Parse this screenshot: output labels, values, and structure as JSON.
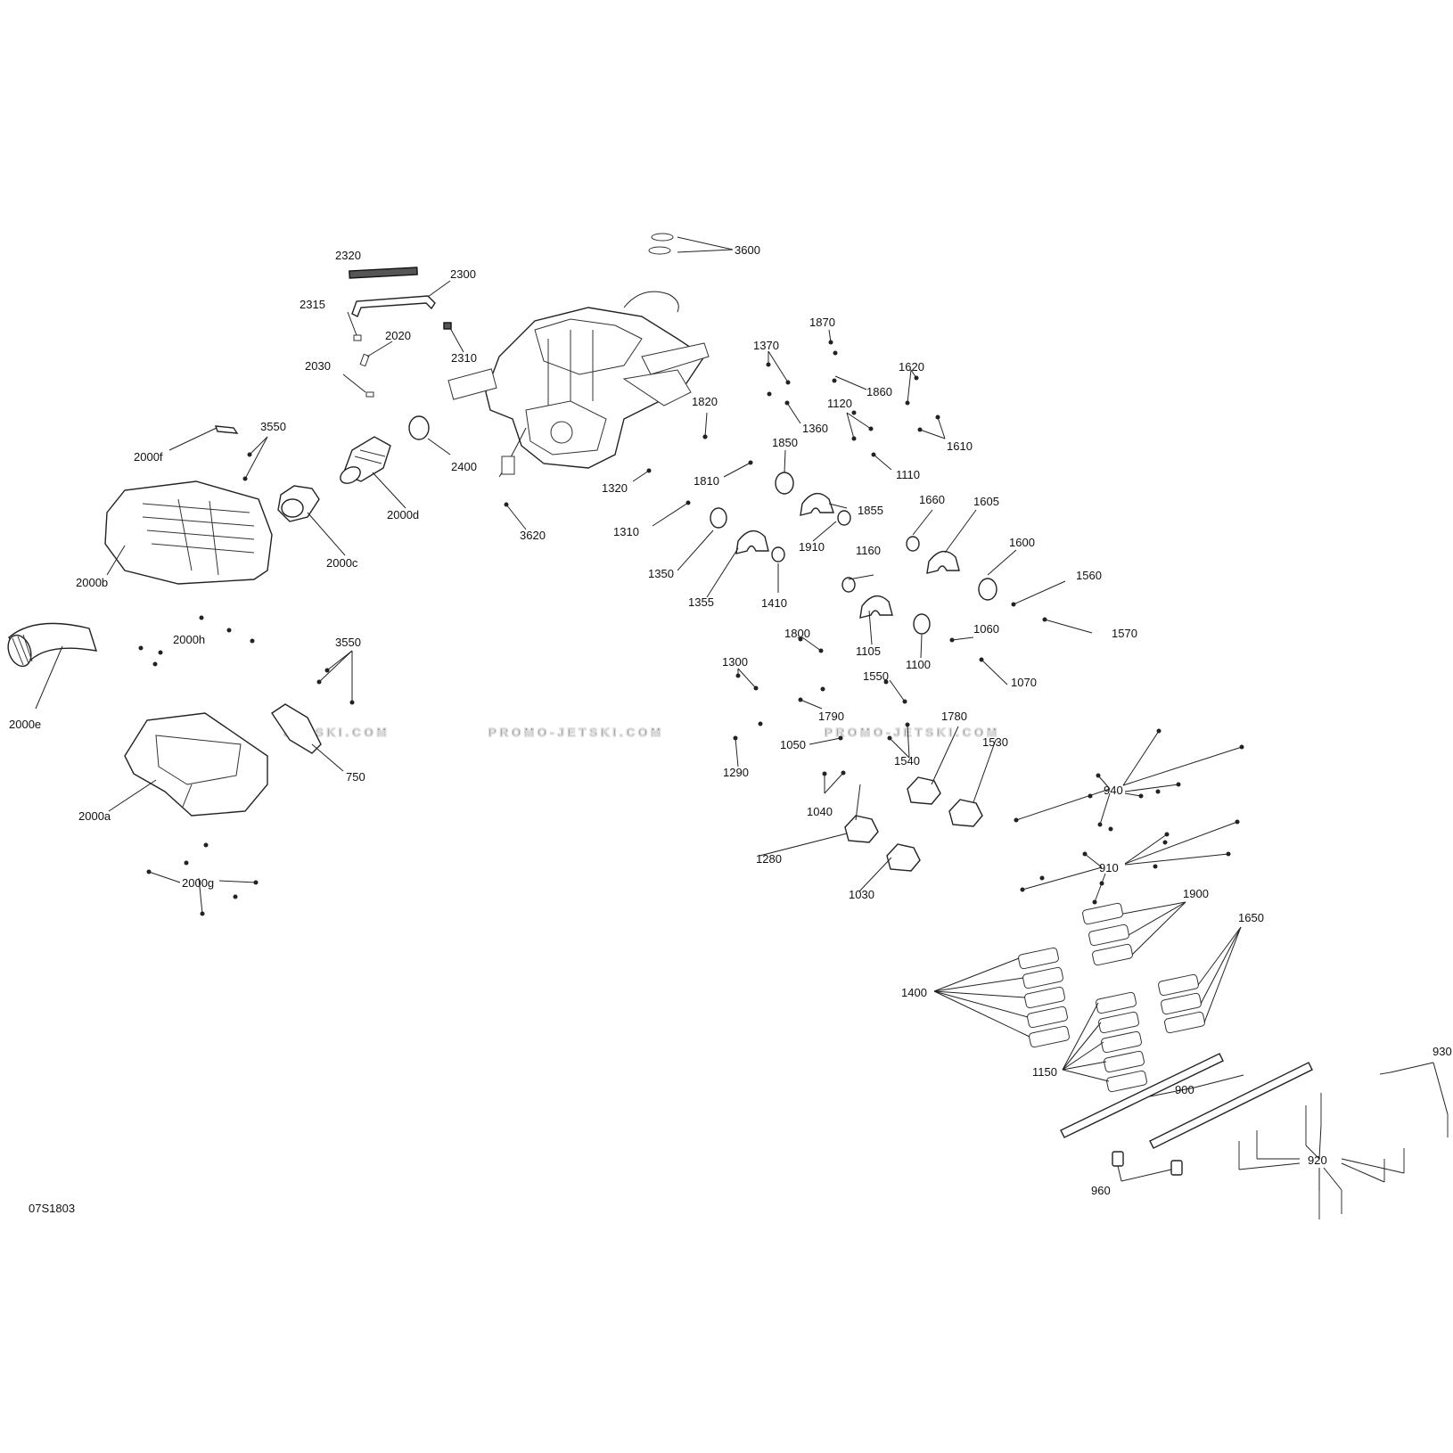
{
  "diagram": {
    "drawing_code": "07S1803",
    "watermarks": [
      "JETSKI.COM",
      "PROMO-JETSKI.COM",
      "PROMO-JETSKI.COM"
    ],
    "callouts": [
      {
        "id": "2320",
        "label": "2320"
      },
      {
        "id": "2300",
        "label": "2300"
      },
      {
        "id": "2315",
        "label": "2315"
      },
      {
        "id": "2020",
        "label": "2020"
      },
      {
        "id": "2310",
        "label": "2310"
      },
      {
        "id": "2030",
        "label": "2030"
      },
      {
        "id": "3600",
        "label": "3600"
      },
      {
        "id": "2000f",
        "label": "2000f"
      },
      {
        "id": "3550a",
        "label": "3550"
      },
      {
        "id": "2400",
        "label": "2400"
      },
      {
        "id": "2000d",
        "label": "2000d"
      },
      {
        "id": "2000c",
        "label": "2000c"
      },
      {
        "id": "2000b",
        "label": "2000b"
      },
      {
        "id": "3620",
        "label": "3620"
      },
      {
        "id": "2000h",
        "label": "2000h"
      },
      {
        "id": "2000e",
        "label": "2000e"
      },
      {
        "id": "3550b",
        "label": "3550"
      },
      {
        "id": "750",
        "label": "750"
      },
      {
        "id": "2000a",
        "label": "2000a"
      },
      {
        "id": "2000g",
        "label": "2000g"
      },
      {
        "id": "1870",
        "label": "1870"
      },
      {
        "id": "1370",
        "label": "1370"
      },
      {
        "id": "1860",
        "label": "1860"
      },
      {
        "id": "1620",
        "label": "1620"
      },
      {
        "id": "1820",
        "label": "1820"
      },
      {
        "id": "1120",
        "label": "1120"
      },
      {
        "id": "1360",
        "label": "1360"
      },
      {
        "id": "1610",
        "label": "1610"
      },
      {
        "id": "1850",
        "label": "1850"
      },
      {
        "id": "1110",
        "label": "1110"
      },
      {
        "id": "1320",
        "label": "1320"
      },
      {
        "id": "1810",
        "label": "1810"
      },
      {
        "id": "1855",
        "label": "1855"
      },
      {
        "id": "1660",
        "label": "1660"
      },
      {
        "id": "1605",
        "label": "1605"
      },
      {
        "id": "1310",
        "label": "1310"
      },
      {
        "id": "1910",
        "label": "1910"
      },
      {
        "id": "1600",
        "label": "1600"
      },
      {
        "id": "1160",
        "label": "1160"
      },
      {
        "id": "1560",
        "label": "1560"
      },
      {
        "id": "1350",
        "label": "1350"
      },
      {
        "id": "1355",
        "label": "1355"
      },
      {
        "id": "1410",
        "label": "1410"
      },
      {
        "id": "1105",
        "label": "1105"
      },
      {
        "id": "1570",
        "label": "1570"
      },
      {
        "id": "1060",
        "label": "1060"
      },
      {
        "id": "1800",
        "label": "1800"
      },
      {
        "id": "1100",
        "label": "1100"
      },
      {
        "id": "1300",
        "label": "1300"
      },
      {
        "id": "1550",
        "label": "1550"
      },
      {
        "id": "1070",
        "label": "1070"
      },
      {
        "id": "1790",
        "label": "1790"
      },
      {
        "id": "1780",
        "label": "1780"
      },
      {
        "id": "1050",
        "label": "1050"
      },
      {
        "id": "1530",
        "label": "1530"
      },
      {
        "id": "1540",
        "label": "1540"
      },
      {
        "id": "1290",
        "label": "1290"
      },
      {
        "id": "940",
        "label": "940"
      },
      {
        "id": "1040",
        "label": "1040"
      },
      {
        "id": "1280",
        "label": "1280"
      },
      {
        "id": "910",
        "label": "910"
      },
      {
        "id": "1030",
        "label": "1030"
      },
      {
        "id": "1900",
        "label": "1900"
      },
      {
        "id": "1650",
        "label": "1650"
      },
      {
        "id": "1400",
        "label": "1400"
      },
      {
        "id": "930",
        "label": "930"
      },
      {
        "id": "1150",
        "label": "1150"
      },
      {
        "id": "900",
        "label": "900"
      },
      {
        "id": "920",
        "label": "920"
      },
      {
        "id": "960",
        "label": "960"
      }
    ]
  }
}
